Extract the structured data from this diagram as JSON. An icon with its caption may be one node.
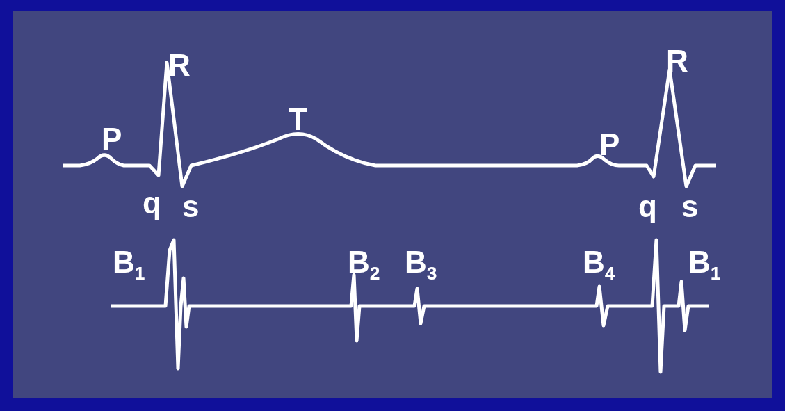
{
  "diagram": {
    "labels": [
      "R",
      "R",
      "T",
      "P",
      "P",
      "q",
      "s",
      "q",
      "s",
      "B$_{1}$",
      "B$_{2}$",
      "B$_{3}$",
      "B$_{4}$",
      "B$_{1}$"
    ]
  }
}
